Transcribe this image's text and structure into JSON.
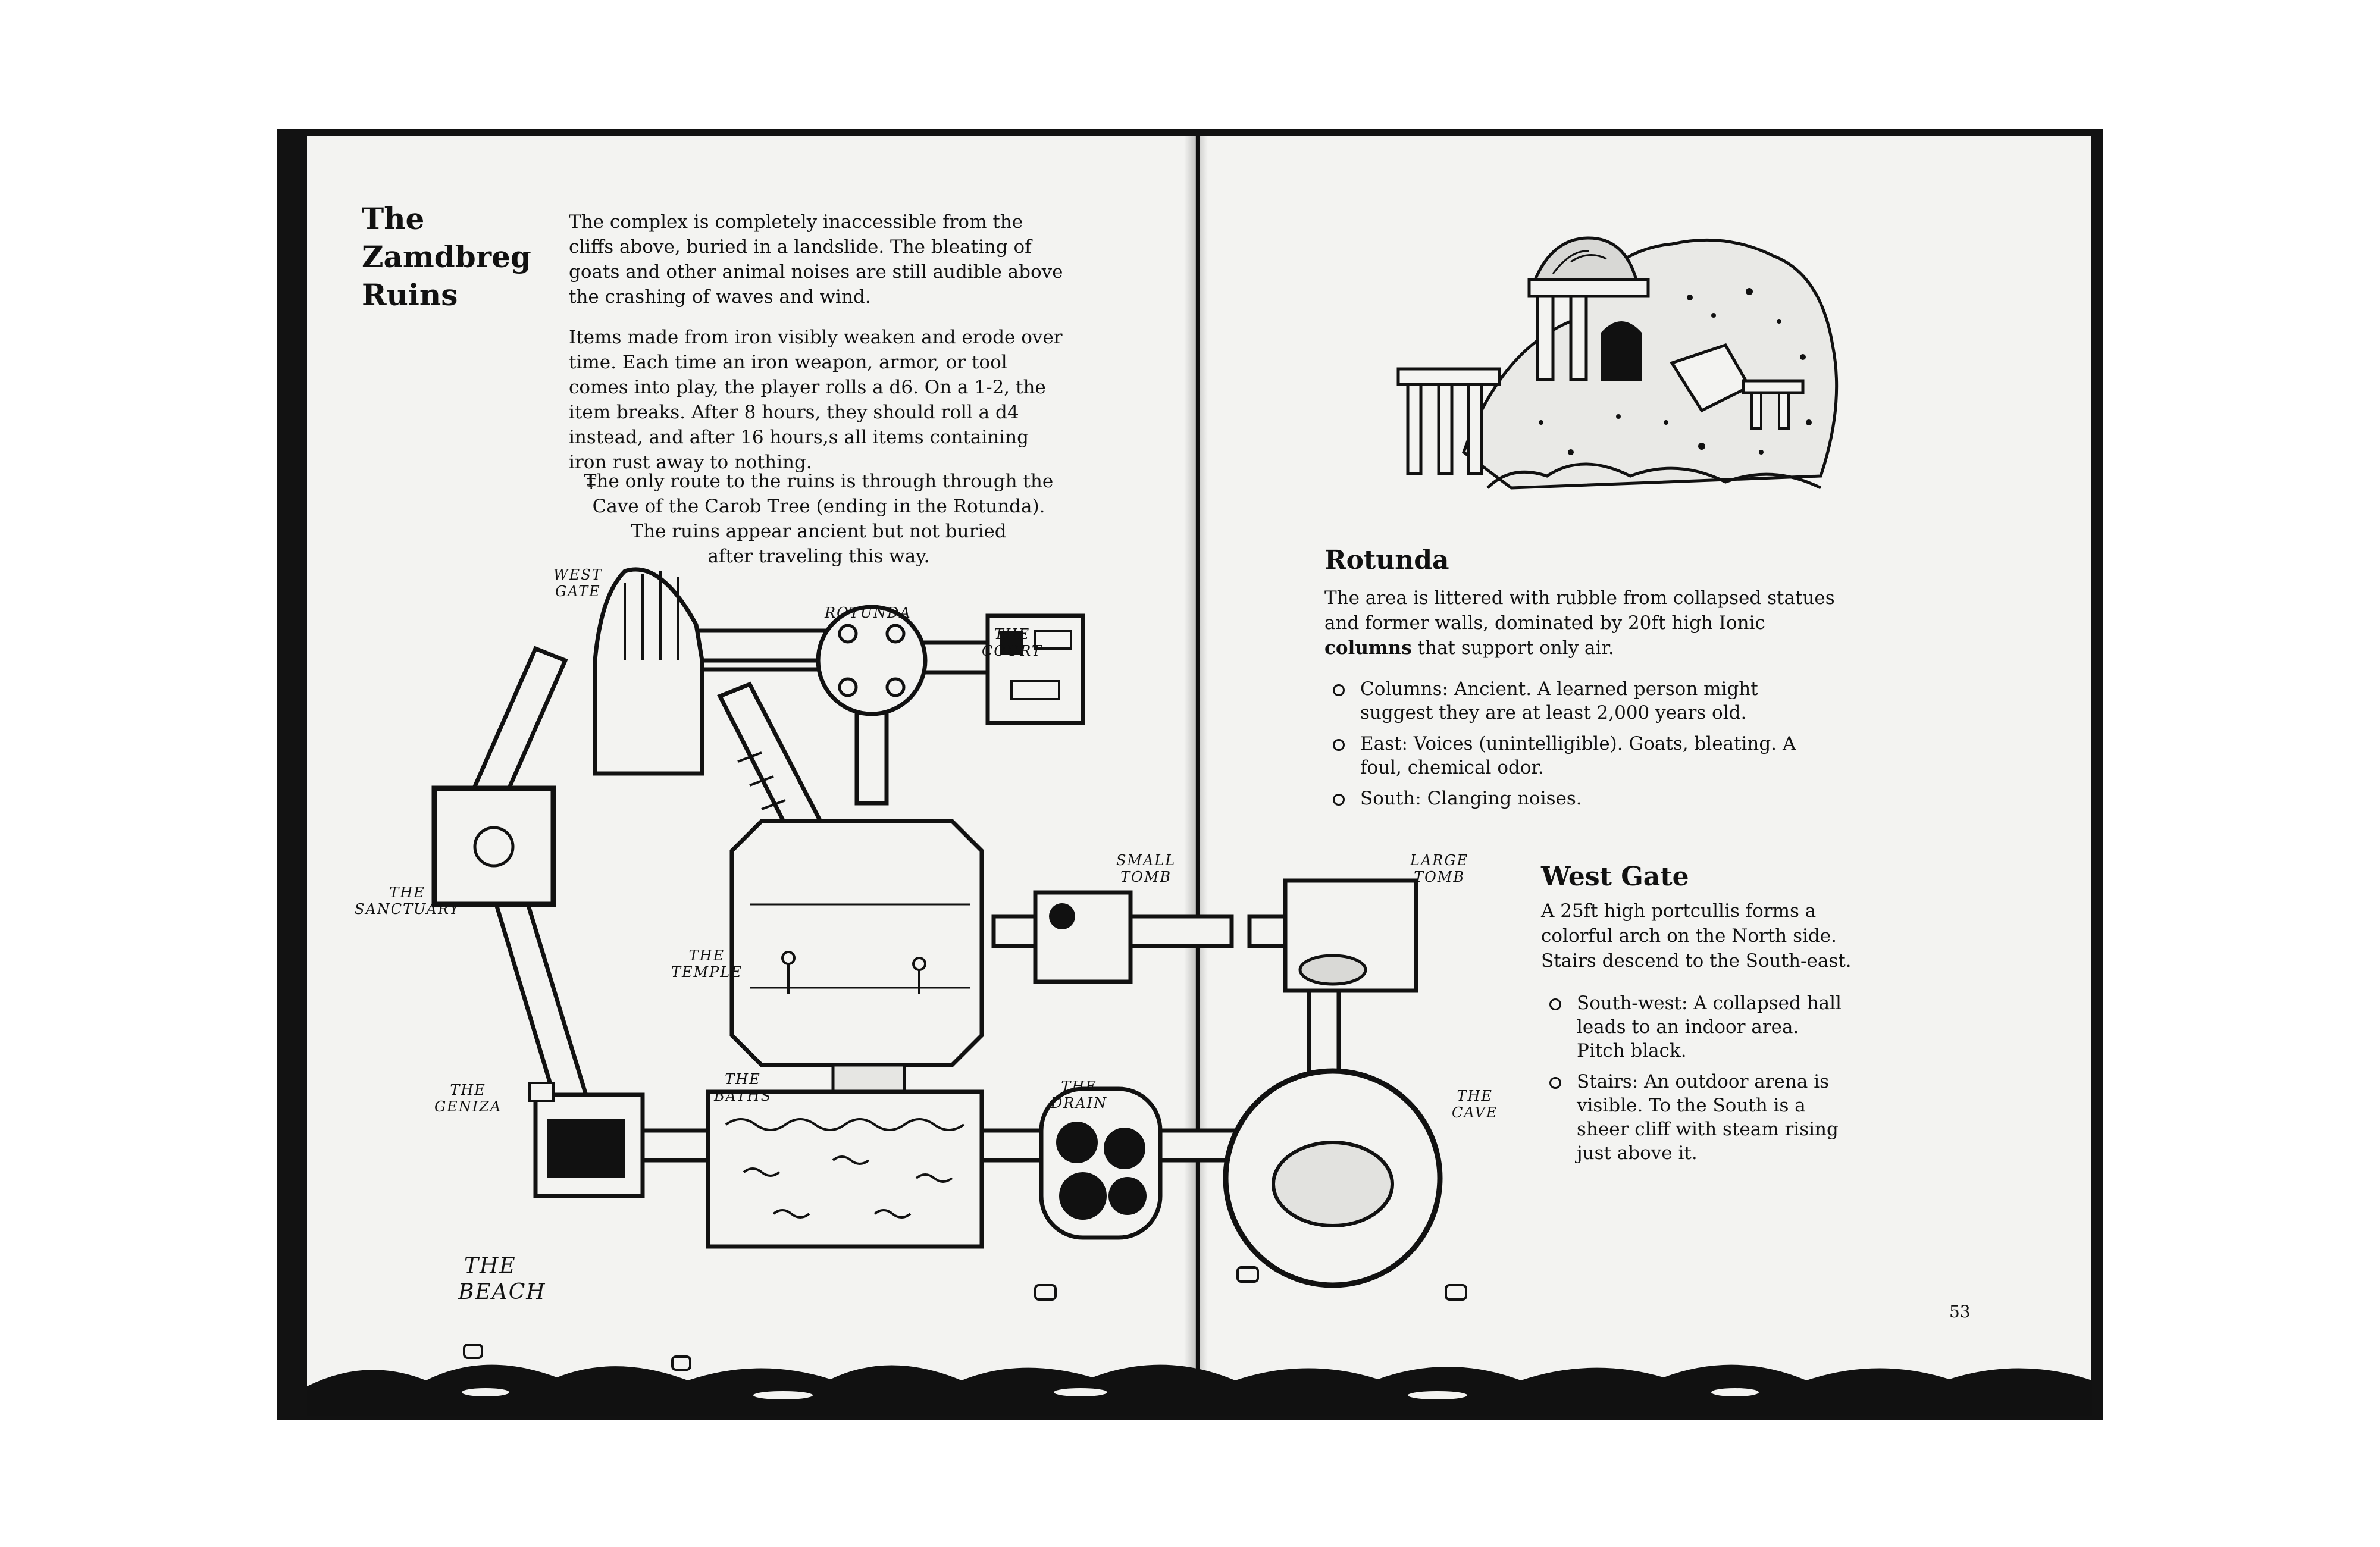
{
  "left_page": {
    "title_lines": [
      "The",
      "Zamdbreg",
      "Ruins"
    ],
    "paragraph_1": "The complex is completely inaccessible from the cliffs above, buried in a landslide. The bleating of goats and other animal noises are still audible above the crashing of waves and wind.",
    "paragraph_2": "Items made from iron visibly weaken and erode over time. Each time an iron weapon, armor, or tool comes into play, the player rolls a d6. On a 1-2, the item breaks. After 8 hours, they should roll a d4 instead, and after 16 hours,s all items containing iron rust away to nothing.",
    "note_symbol": "‡",
    "note_lines": [
      "The only route to the ruins is through through the",
      "Cave of the Carob Tree (ending in the Rotunda).",
      "The ruins appear ancient but not buried",
      "after traveling this way."
    ]
  },
  "map_labels": {
    "west_gate": [
      "WEST",
      "GATE"
    ],
    "rotunda": [
      "ROTUNDA"
    ],
    "court": [
      "THE",
      "COURT"
    ],
    "small_tomb": [
      "SMALL",
      "TOMB"
    ],
    "large_tomb": [
      "LARGE",
      "TOMB"
    ],
    "sanctuary": [
      "THE",
      "SANCTUARY"
    ],
    "temple": [
      "THE",
      "TEMPLE"
    ],
    "baths": [
      "THE",
      "BATHS"
    ],
    "geniza": [
      "THE",
      "GENIZA"
    ],
    "drain": [
      "THE",
      "DRAIN"
    ],
    "cave": [
      "THE",
      "CAVE"
    ],
    "beach": [
      "THE",
      "BEACH"
    ]
  },
  "right_page": {
    "rotunda": {
      "heading": "Rotunda",
      "text_before_bold": "The area is littered with rubble from collapsed statues and former walls, dominated by 20ft high Ionic ",
      "bold_word": "columns",
      "text_after_bold": " that support only air.",
      "bullets": [
        "Columns: Ancient. A learned person might suggest they are at least 2,000 years old.",
        "East: Voices (unintelligible). Goats, bleating. A foul, chemical odor.",
        "South: Clanging noises."
      ]
    },
    "west_gate": {
      "heading": "West Gate",
      "text": "A 25ft high portcullis forms a colorful arch on the North side. Stairs descend to the South-east.",
      "bullets": [
        "South-west: A collapsed hall leads to an indoor area. Pitch black.",
        "Stairs: An outdoor arena is visible. To the South is a sheer cliff with steam rising just above it."
      ]
    },
    "page_number": "53"
  }
}
